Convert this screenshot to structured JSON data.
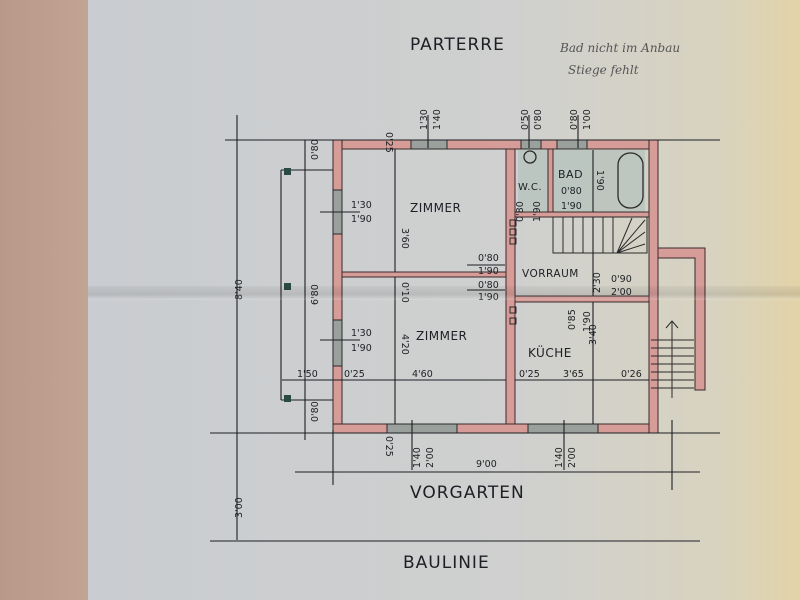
{
  "plan": {
    "title": "PARTERRE",
    "handwritten_note": [
      "Bad nicht im Anbau",
      "Stiege fehlt"
    ],
    "bottom_labels": {
      "front_garden": "VORGARTEN",
      "building_line": "BAULINIE"
    },
    "rooms": {
      "zimmer_top": "ZIMMER",
      "zimmer_bottom": "ZIMMER",
      "wc": "W.C.",
      "bad": "BAD",
      "vorraum": "VORRAUM",
      "kueche": "KÜCHE"
    },
    "dimensions": {
      "overall_width": "9'00",
      "overall_depth": "8'40",
      "setback": "3'00",
      "left_terrace_depth": "6'80",
      "left_offset_top": "0'80",
      "left_offset_bottom": "0'80",
      "terrace_width": "1'50",
      "wall_left": "0'25",
      "zimmer_width": "4'60",
      "zimmer_top_depth": "3'60",
      "partition": "0'10",
      "zimmer_bottom_depth": "4'20",
      "kueche_wall_left": "0'25",
      "kueche_width": "3'65",
      "kueche_wall_right": "0'26",
      "kueche_depth": "3'40",
      "top_wall": "0'25",
      "bottom_wall": "0'25",
      "bad_depth": "1'90",
      "vorraum_depth": "2'30"
    },
    "openings": {
      "top_window_zimmer": [
        "1'30",
        "1'40"
      ],
      "top_window_wc": [
        "0'50",
        "0'80"
      ],
      "top_window_bad": [
        "0'80",
        "1'00"
      ],
      "left_window_zimmer_top": [
        "1'30",
        "1'90"
      ],
      "left_window_zimmer_bottom": [
        "1'30",
        "1'90"
      ],
      "bad_door": [
        "0'80",
        "1'90"
      ],
      "wc_door": [
        "0'80",
        "1'90"
      ],
      "zimmer_top_door": [
        "0'80",
        "1'90"
      ],
      "zimmer_bottom_door": [
        "0'80",
        "1'90"
      ],
      "entrance_door": [
        "0'90",
        "2'00"
      ],
      "kueche_door": [
        "0'85",
        "1'90"
      ],
      "bottom_window_zimmer": [
        "1'40",
        "2'00"
      ],
      "bottom_window_kueche": [
        "1'40",
        "2'00"
      ]
    },
    "colors": {
      "wall_fill": "#d59c98",
      "wall_stroke": "#3a2a2c",
      "wet_room_fill": "#b6c3bd",
      "ink": "#1d1f24"
    }
  }
}
